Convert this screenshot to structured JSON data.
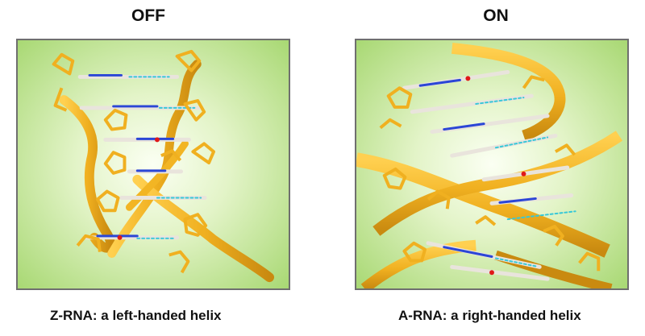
{
  "left": {
    "state_label": "OFF",
    "caption": "Z-RNA: a left-handed helix"
  },
  "right": {
    "state_label": "ON",
    "caption": "A-RNA: a right-handed helix"
  },
  "colors": {
    "backbone": "#f0b020",
    "backbone_shade": "#c98a10",
    "base_white": "#e9e4dc",
    "base_blue": "#2b46d6",
    "base_red": "#e01818",
    "hbond": "#36c8d8"
  }
}
